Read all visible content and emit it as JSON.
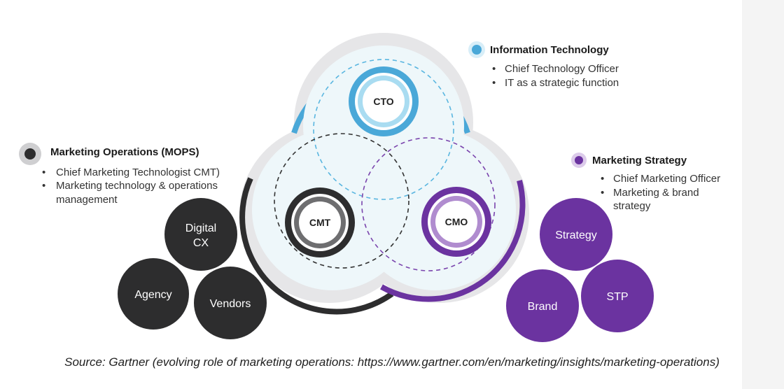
{
  "colors": {
    "it_blue": "#4aa8d8",
    "it_blue_light": "#bfe6f5",
    "mops_dark": "#2d2d2e",
    "strategy_purple": "#6b33a0",
    "gray_ring": "#e4e4e6",
    "inner_fill": "#eef7fa"
  },
  "nodes": {
    "cto": "CTO",
    "cmt": "CMT",
    "cmo": "CMO"
  },
  "sections": {
    "it": {
      "title": "Information Technology",
      "items": [
        "Chief Technology Officer",
        "IT as a strategic function"
      ]
    },
    "mops": {
      "title": "Marketing Operations (MOPS)",
      "items": [
        "Chief Marketing Technologist CMT)",
        "Marketing technology & operations",
        "management"
      ]
    },
    "strategy": {
      "title": "Marketing Strategy",
      "items": [
        "Chief Marketing Officer",
        "Marketing & brand",
        "strategy"
      ]
    }
  },
  "bubbles": {
    "dark": [
      {
        "line1": "Digital",
        "line2": "CX"
      },
      {
        "line1": "Agency",
        "line2": ""
      },
      {
        "line1": "Vendors",
        "line2": ""
      }
    ],
    "purple": [
      {
        "line1": "Strategy",
        "line2": ""
      },
      {
        "line1": "Brand",
        "line2": ""
      },
      {
        "line1": "STP",
        "line2": ""
      }
    ]
  },
  "source": "Source: Gartner (evolving role of marketing operations: https://www.gartner.com/en/marketing/insights/marketing-operations)"
}
